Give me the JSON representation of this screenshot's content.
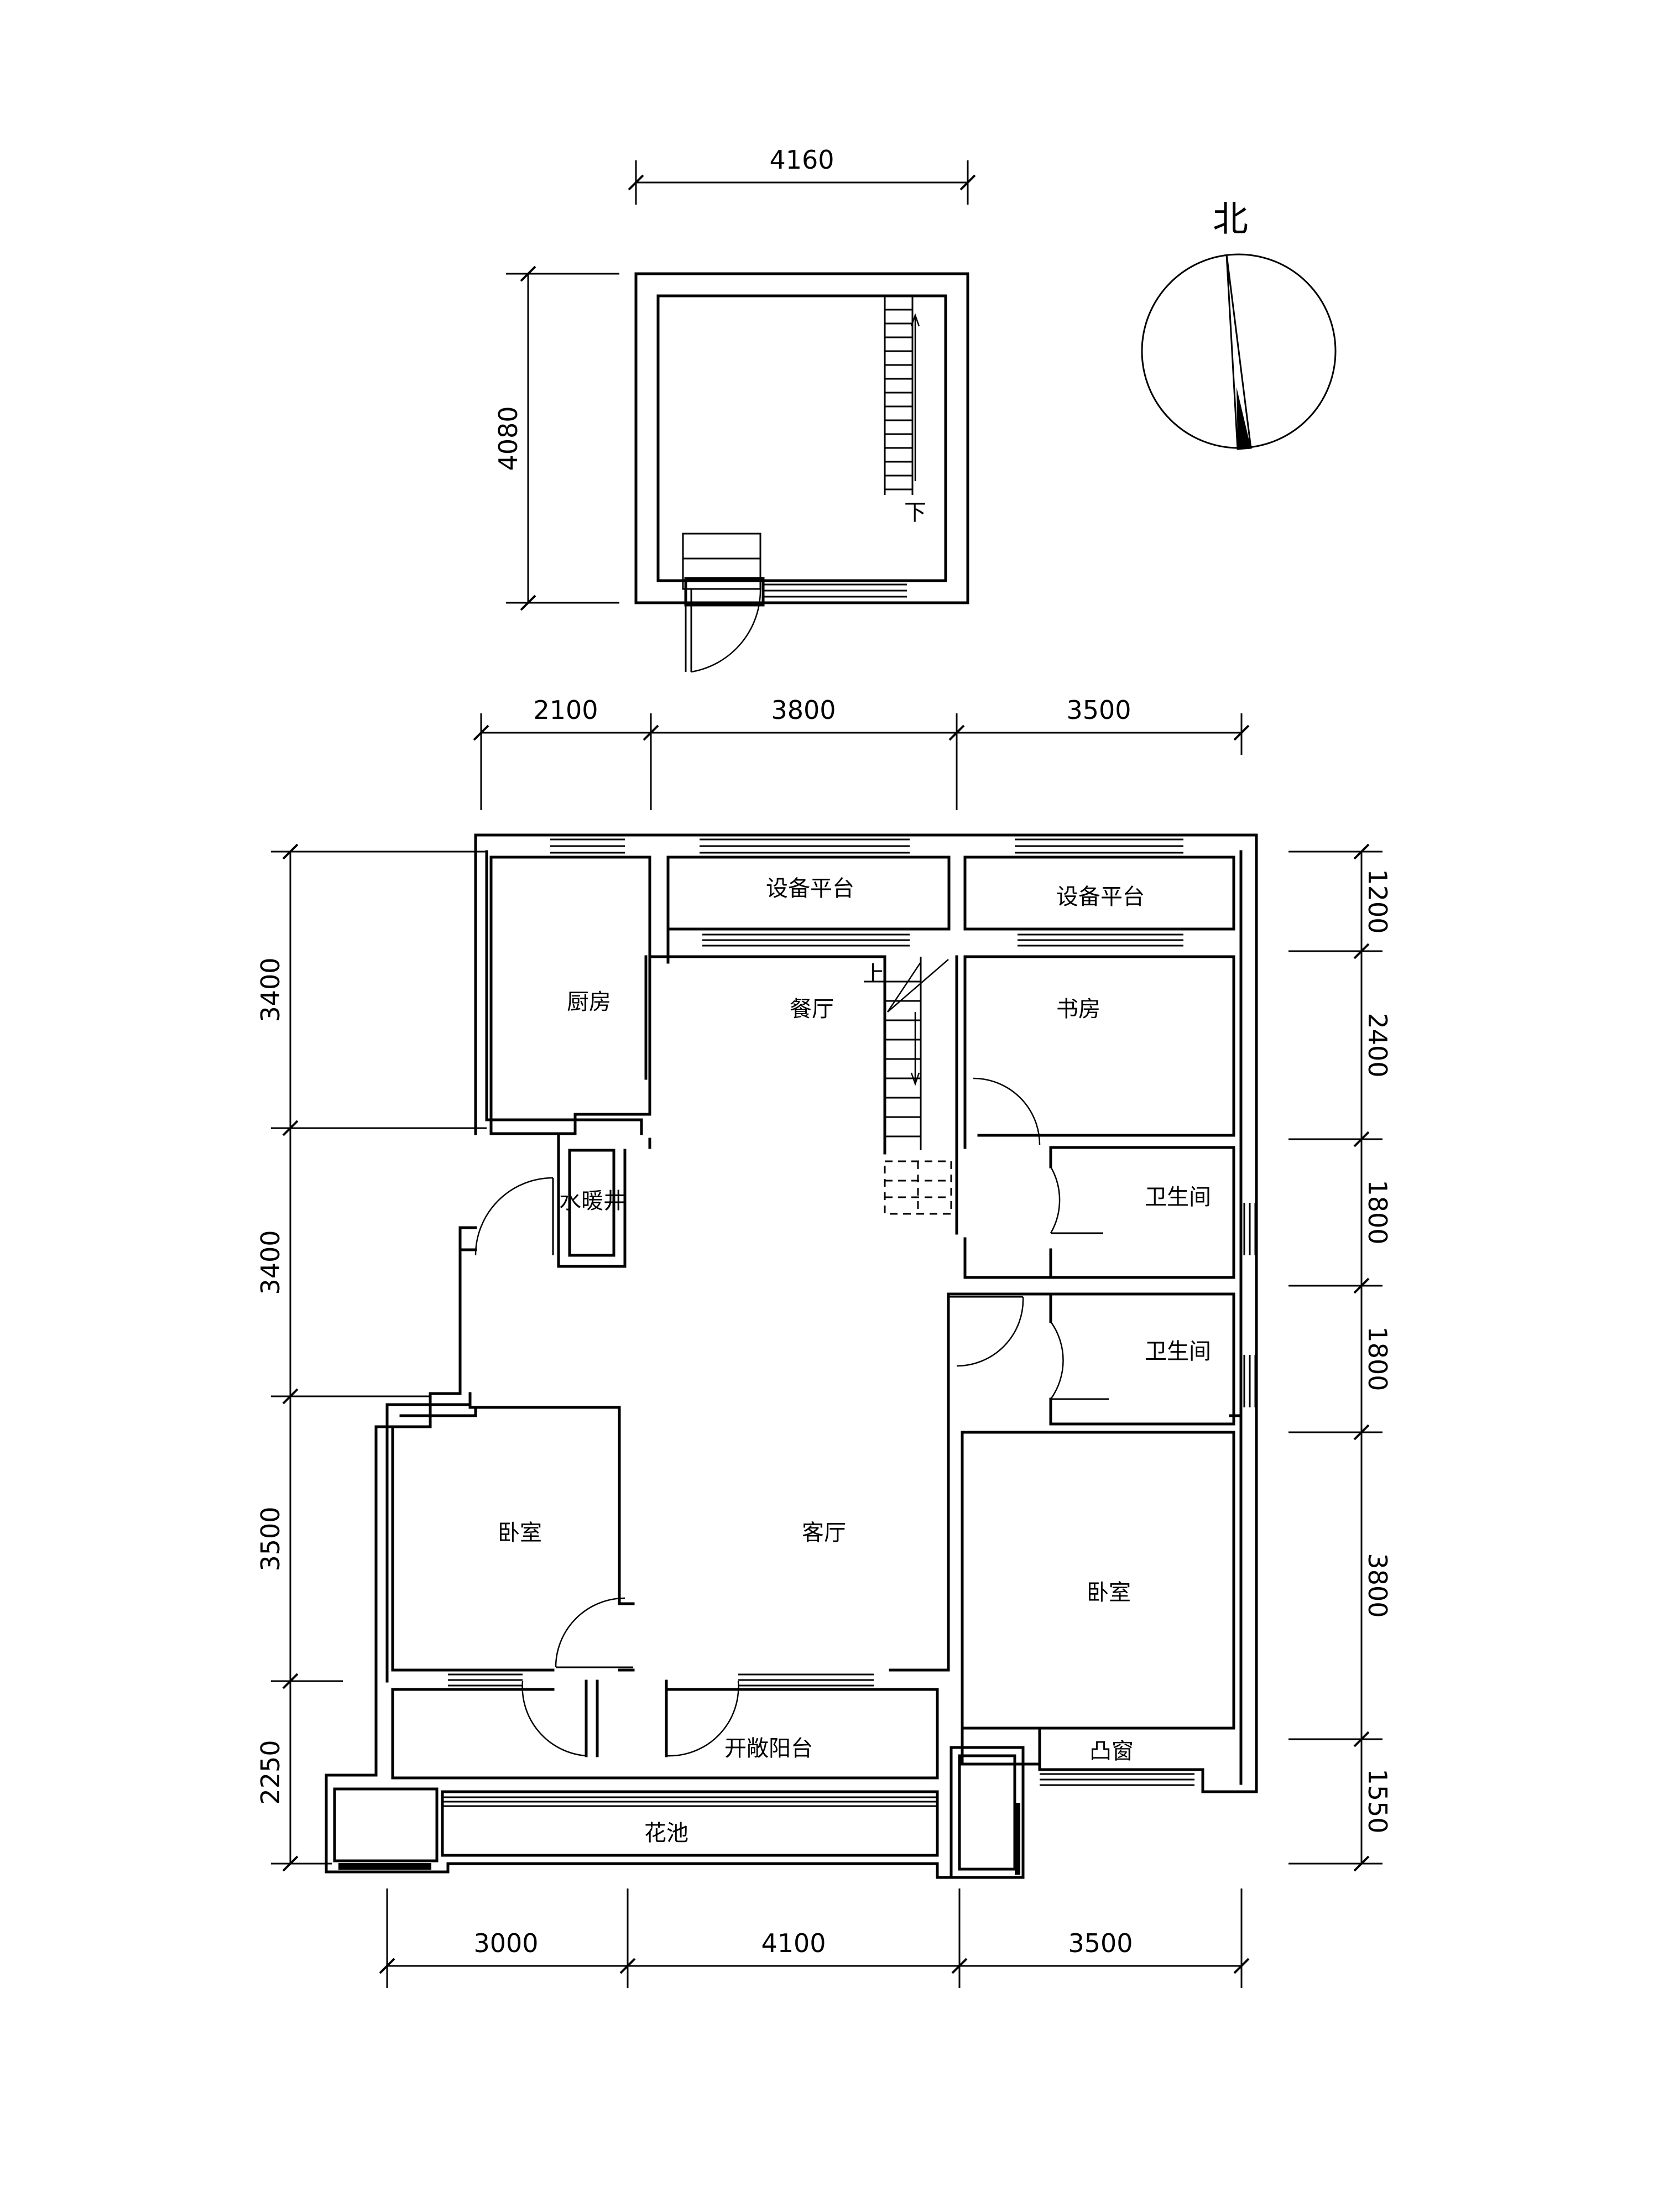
{
  "upper_floor": {
    "width_dim": "4160",
    "height_dim": "4080",
    "stair_down": "下"
  },
  "compass": {
    "north": "北"
  },
  "main_floor": {
    "top_dims": [
      "2100",
      "3800",
      "3500"
    ],
    "bottom_dims": [
      "3000",
      "4100",
      "3500"
    ],
    "left_dims": [
      "3400",
      "3400",
      "3500",
      "2250"
    ],
    "right_dims": [
      "1200",
      "2400",
      "1800",
      "1800",
      "3800",
      "1550"
    ],
    "stair_up": "上",
    "rooms": {
      "equipment_platform_1": "设备平台",
      "equipment_platform_2": "设备平台",
      "kitchen": "厨房",
      "dining": "餐厅",
      "study": "书房",
      "water_heating_shaft": "水暖井",
      "bathroom_1": "卫生间",
      "bathroom_2": "卫生间",
      "bedroom_left": "卧室",
      "living": "客厅",
      "bedroom_right": "卧室",
      "open_balcony": "开敞阳台",
      "bay_window": "凸窗",
      "flower_bed": "花池"
    }
  }
}
